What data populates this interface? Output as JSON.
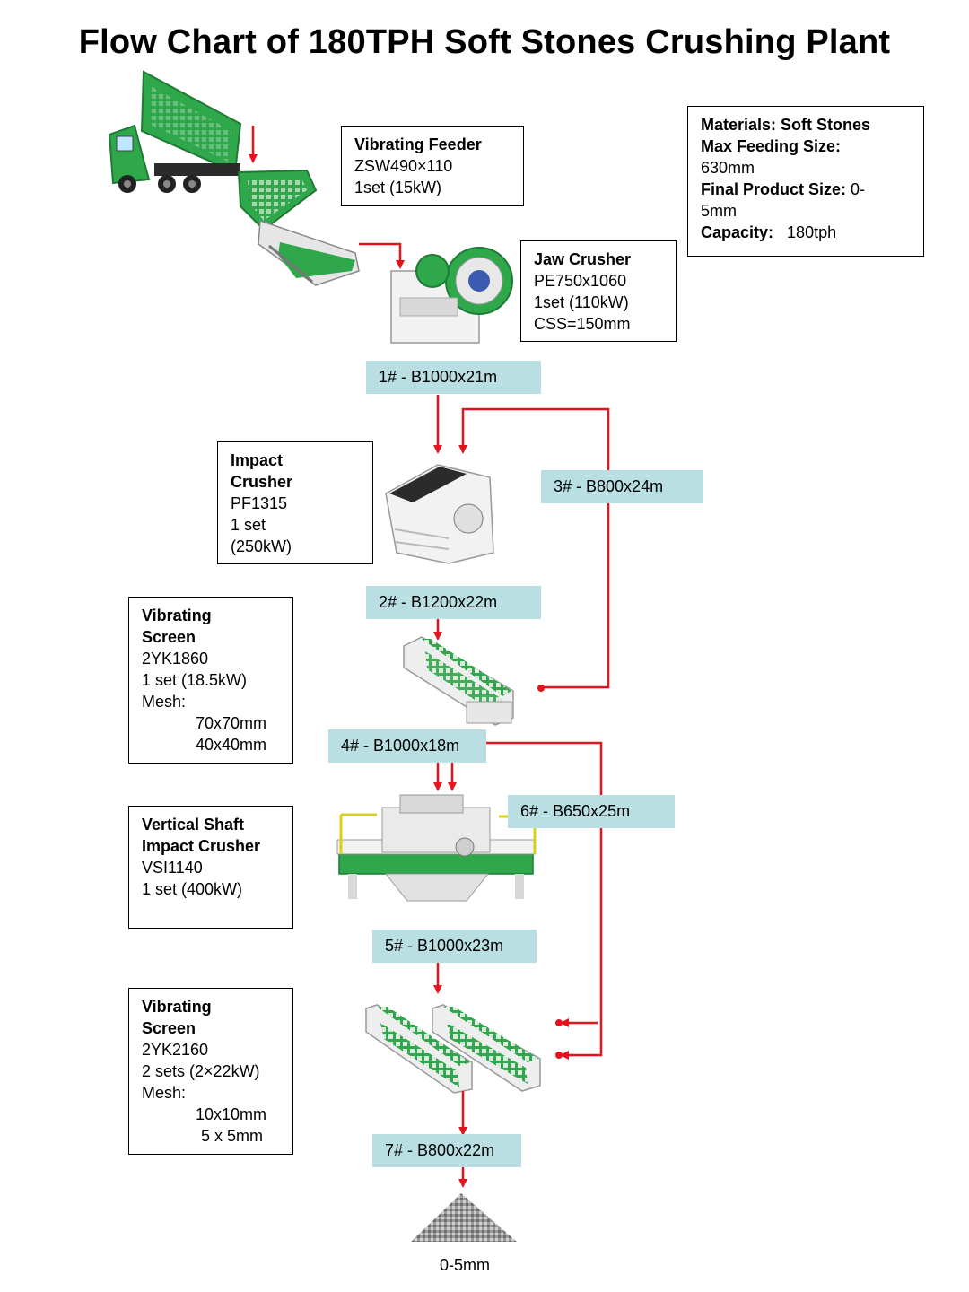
{
  "title": "Flow Chart of 180TPH Soft Stones Crushing Plant",
  "colors": {
    "arrow": "#e3141b",
    "belt_bg": "#b9dfe3",
    "machine_green": "#2ea84a"
  },
  "specs": {
    "materials_label": "Materials: Soft Stones",
    "feed_label": "Max Feeding Size:",
    "feed_value": "630mm",
    "final_label": "Final Product Size:",
    "final_value_a": "0-",
    "final_value_b": "5mm",
    "capacity_label": "Capacity:",
    "capacity_value": "180tph"
  },
  "equipment": {
    "feeder": {
      "name": "Vibrating Feeder",
      "model": "ZSW490×110",
      "qty": "1set  (15kW)"
    },
    "jaw": {
      "name": "Jaw Crusher",
      "model": "PE750x1060",
      "qty": "1set  (110kW)",
      "css": "CSS=150mm"
    },
    "impact": {
      "name_a": "Impact",
      "name_b": "Crusher",
      "model": "PF1315",
      "qty": "1 set",
      "power": "(250kW)"
    },
    "screen1": {
      "name_a": "Vibrating",
      "name_b": "Screen",
      "model": "2YK1860",
      "qty": "1 set  (18.5kW)",
      "mesh_label": "Mesh:",
      "mesh_1": "70x70mm",
      "mesh_2": "40x40mm"
    },
    "vsi": {
      "name_a": "Vertical Shaft",
      "name_b": "Impact Crusher",
      "model": "VSI1140",
      "qty": "1 set (400kW)"
    },
    "screen2": {
      "name_a": "Vibrating",
      "name_b": "Screen",
      "model": "2YK2160",
      "qty": "2 sets  (2×22kW)",
      "mesh_label": "Mesh:",
      "mesh_1": "10x10mm",
      "mesh_2": "5 x 5mm"
    }
  },
  "belts": {
    "b1": "1# - B1000x21m",
    "b2": "2# - B1200x22m",
    "b3": "3# - B800x24m",
    "b4": "4# - B1000x18m",
    "b5": "5# - B1000x23m",
    "b6": "6# - B650x25m",
    "b7": "7# - B800x22m"
  },
  "output": "0-5mm",
  "icons": [
    "dump-truck-icon",
    "vibrating-feeder-icon",
    "jaw-crusher-icon",
    "impact-crusher-icon",
    "vibrating-screen-icon",
    "vsi-crusher-icon",
    "double-screen-icon",
    "stone-pile-icon"
  ]
}
